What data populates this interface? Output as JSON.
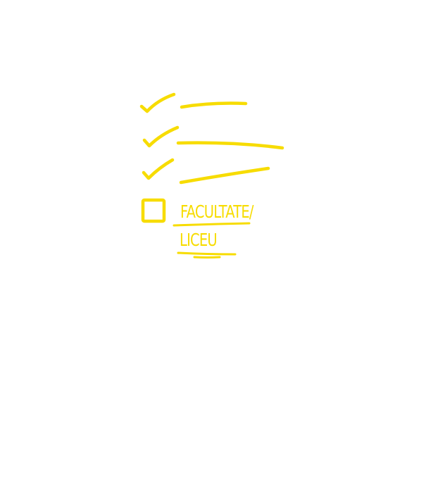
{
  "checklist": {
    "ink_color": "#f7dc00",
    "background_color": "#ffffff",
    "items": [
      {
        "state": "checked",
        "icon": "checkmark-icon",
        "text": ""
      },
      {
        "state": "checked",
        "icon": "checkmark-icon",
        "text": ""
      },
      {
        "state": "checked",
        "icon": "checkmark-icon",
        "text": ""
      },
      {
        "state": "unchecked",
        "icon": "empty-checkbox-icon",
        "text_lines": [
          "FACULTATE/",
          "LICEU"
        ]
      }
    ]
  }
}
